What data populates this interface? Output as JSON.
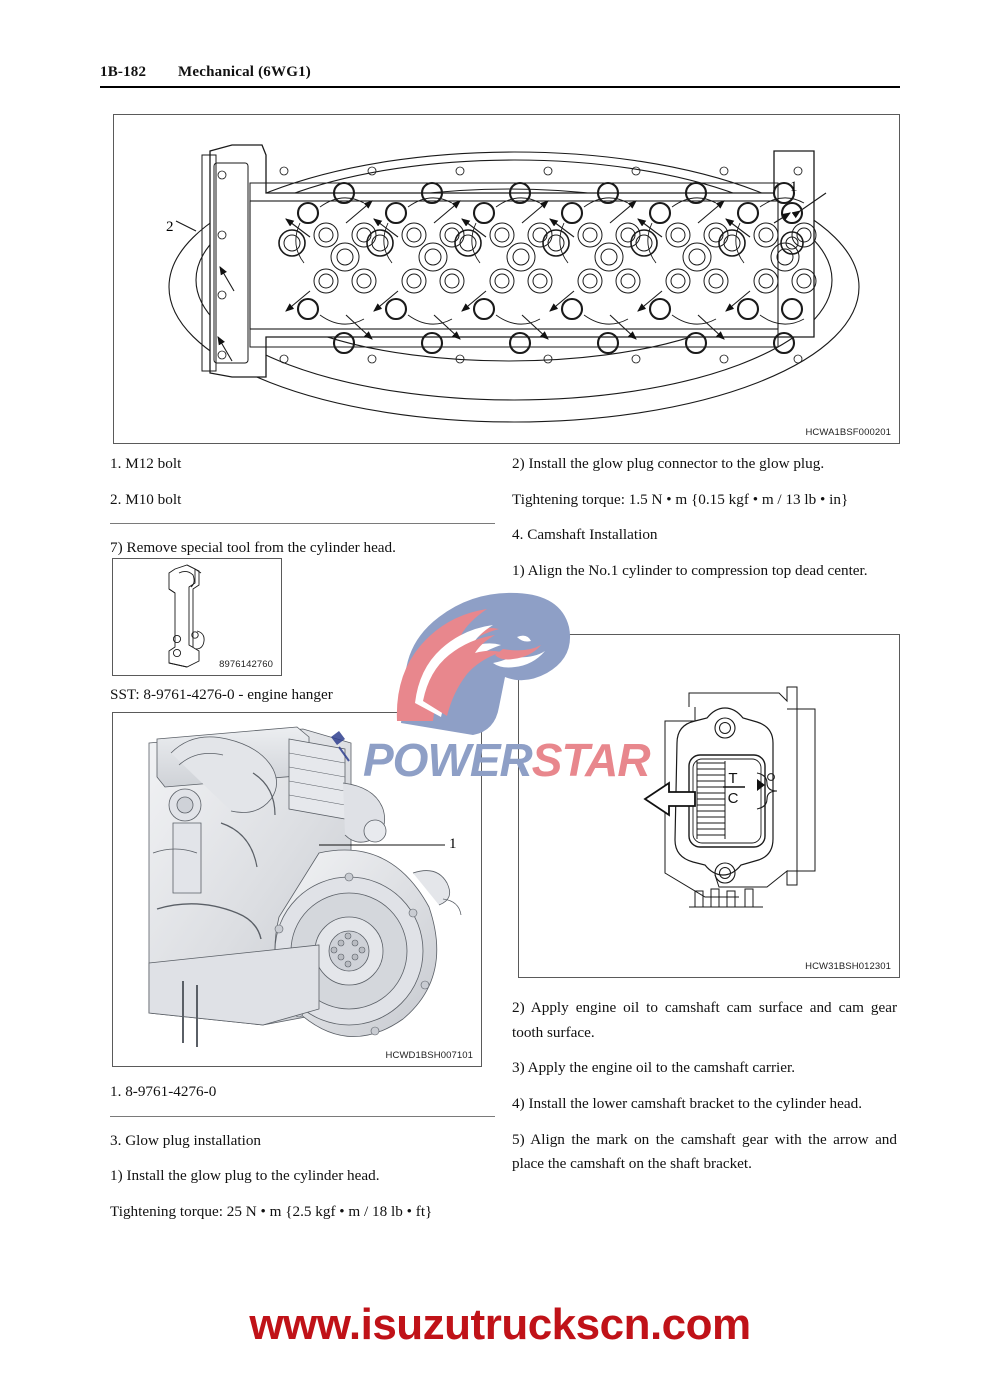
{
  "header": {
    "section": "1B-182",
    "title": "Mechanical (6WG1)"
  },
  "figures": {
    "cylinder_head": {
      "code": "HCWA1BSF000201",
      "callouts": [
        {
          "label": "1"
        },
        {
          "label": "2"
        }
      ]
    },
    "sst_tool": {
      "code": "8976142760"
    },
    "engine": {
      "code": "HCWD1BSH007101",
      "callouts": [
        {
          "label": "1"
        }
      ]
    },
    "timing_window": {
      "code": "HCW31BSH012301",
      "mark_top": "T",
      "mark_bottom": "C"
    }
  },
  "left_column": {
    "legend_1": "1. M12 bolt",
    "legend_2": "2. M10 bolt",
    "step_7": "7) Remove special tool from the cylinder head.",
    "sst_caption": "SST: 8-9761-4276-0 - engine hanger",
    "engine_legend_1": "1. 8-9761-4276-0",
    "heading_3": "3. Glow plug installation",
    "step_3_1": "1) Install the glow plug to the cylinder head.",
    "torque_3_1": "Tightening torque: 25 N • m {2.5 kgf • m / 18 lb • ft}"
  },
  "right_column": {
    "step_3_2": "2) Install the glow plug connector to the glow plug.",
    "torque_3_2": "Tightening torque: 1.5 N • m {0.15 kgf • m / 13 lb • in}",
    "heading_4": "4. Camshaft Installation",
    "step_4_1": "1) Align the No.1 cylinder to compression top dead center.",
    "step_4_2": "2) Apply engine oil to camshaft cam surface and cam gear tooth surface.",
    "step_4_3": "3) Apply the engine oil to the camshaft carrier.",
    "step_4_4": "4) Install the lower camshaft bracket to the cylinder head.",
    "step_4_5": "5) Align the mark on the camshaft gear with the arrow and place the camshaft on the shaft bracket."
  },
  "watermark": {
    "text_part1": "POWER",
    "text_part2": "STAR",
    "color_blue": "#8e9fc6",
    "color_red": "#e8878d"
  },
  "footer": {
    "url": "www.isuzutruckscn.com",
    "color": "#c01218"
  }
}
